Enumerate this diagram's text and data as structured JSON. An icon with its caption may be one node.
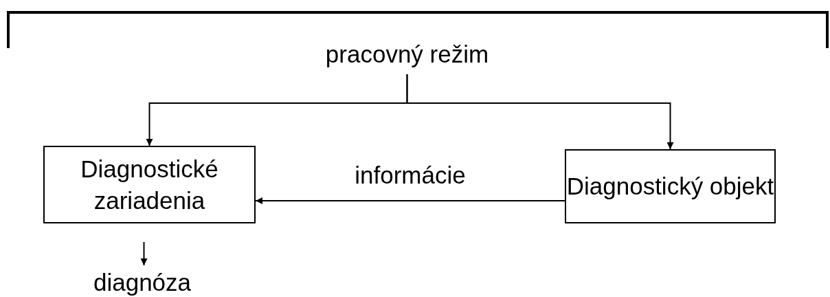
{
  "diagram": {
    "nodes": [
      {
        "text": [
          "pracovný režim"
        ]
      },
      {
        "text": [
          "Diagnostické zariadenia"
        ]
      },
      {
        "text": [
          "Diagnostický objekt"
        ]
      },
      {
        "text": [
          "diagnóza"
        ]
      }
    ],
    "edges": [
      {
        "from": 0,
        "to": 1,
        "arrow": "to"
      },
      {
        "from": 0,
        "to": 2,
        "arrow": "to"
      },
      {
        "from": 2,
        "to": 1,
        "arrow": "to",
        "label": "informácie"
      },
      {
        "from": 1,
        "to": 3,
        "arrow": "to"
      }
    ]
  }
}
